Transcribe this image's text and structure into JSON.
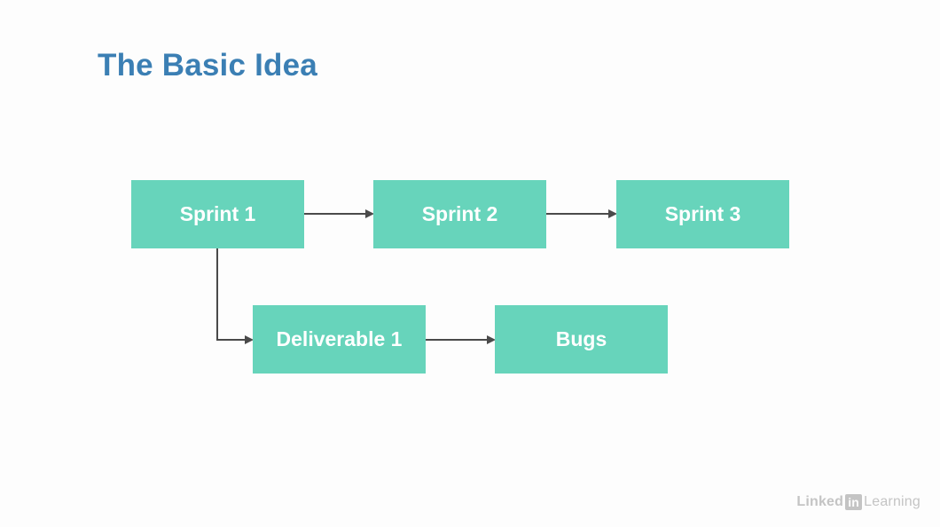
{
  "slide": {
    "title": "The Basic Idea"
  },
  "diagram": {
    "nodes": {
      "sprint_1": "Sprint 1",
      "sprint_2": "Sprint 2",
      "sprint_3": "Sprint 3",
      "deliverable_1": "Deliverable 1",
      "bugs": "Bugs"
    },
    "edges": [
      {
        "from": "sprint_1",
        "to": "sprint_2"
      },
      {
        "from": "sprint_2",
        "to": "sprint_3"
      },
      {
        "from": "sprint_1",
        "to": "deliverable_1"
      },
      {
        "from": "deliverable_1",
        "to": "bugs"
      }
    ]
  },
  "logo": {
    "brand_prefix": "Linked",
    "brand_mark": "in",
    "brand_suffix": "Learning"
  },
  "colors": {
    "title": "#3b7fb4",
    "node_fill": "#67d4bb",
    "node_text": "#ffffff",
    "connector": "#4a4a4a",
    "logo": "#c4c4c4"
  }
}
